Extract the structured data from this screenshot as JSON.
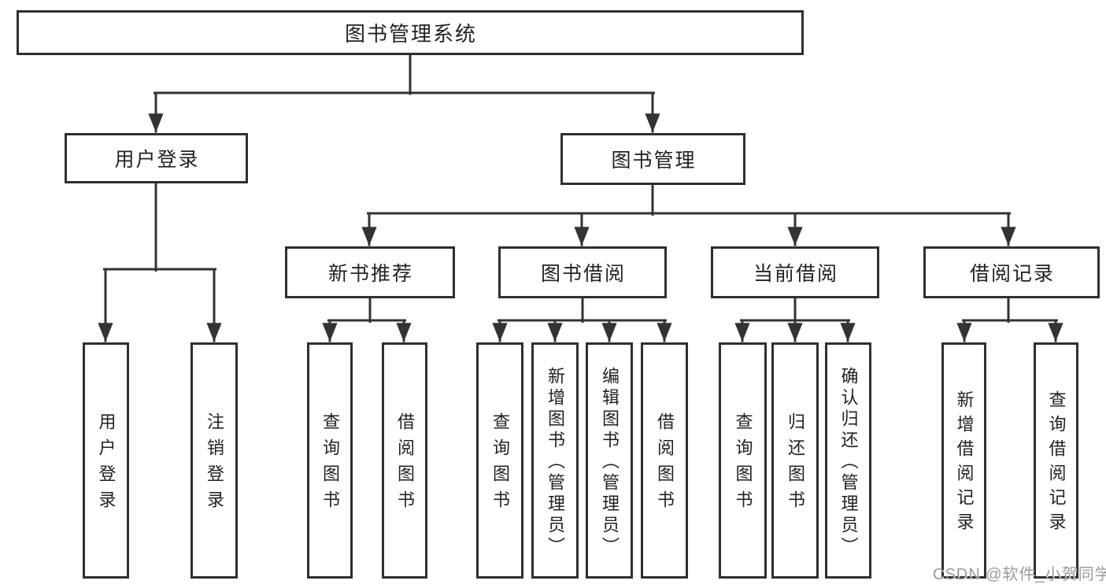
{
  "diagram": {
    "root": {
      "label": "图书管理系统"
    },
    "level2": [
      {
        "id": "user-login",
        "label": "用户登录"
      },
      {
        "id": "book-management",
        "label": "图书管理"
      }
    ],
    "level3": [
      {
        "id": "new-book-recommendation",
        "label": "新书推荐",
        "parent": "图书管理"
      },
      {
        "id": "book-borrowing",
        "label": "图书借阅",
        "parent": "图书管理"
      },
      {
        "id": "current-borrowing",
        "label": "当前借阅",
        "parent": "图书管理"
      },
      {
        "id": "borrowing-records",
        "label": "借阅记录",
        "parent": "图书管理"
      }
    ],
    "leaves": [
      {
        "label": "用户登录",
        "parent": "用户登录"
      },
      {
        "label": "注销登录",
        "parent": "用户登录"
      },
      {
        "label": "查询图书",
        "parent": "新书推荐"
      },
      {
        "label": "借阅图书",
        "parent": "新书推荐"
      },
      {
        "label": "查询图书",
        "parent": "图书借阅"
      },
      {
        "label": "新增图书（管理员）",
        "parent": "图书借阅"
      },
      {
        "label": "编辑图书（管理员）",
        "parent": "图书借阅"
      },
      {
        "label": "借阅图书",
        "parent": "图书借阅"
      },
      {
        "label": "查询图书",
        "parent": "当前借阅"
      },
      {
        "label": "归还图书",
        "parent": "当前借阅"
      },
      {
        "label": "确认归还（管理员）",
        "parent": "当前借阅"
      },
      {
        "label": "新增借阅记录",
        "parent": "借阅记录"
      },
      {
        "label": "查询借阅记录",
        "parent": "借阅记录"
      }
    ]
  },
  "watermark": {
    "text": "CSDN @软件_小贺同学"
  },
  "colors": {
    "line": "#333333",
    "border": "#2f2f2f",
    "text": "#222222",
    "watermark": "#888888",
    "background": "#ffffff"
  }
}
